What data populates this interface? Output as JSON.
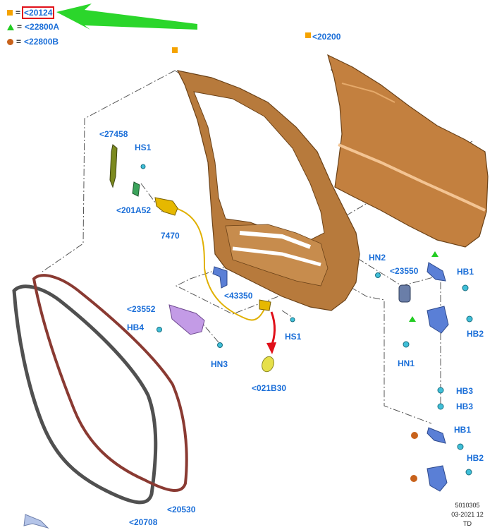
{
  "colors": {
    "callout": "#1a6ed8",
    "square_marker": "#f5a300",
    "triangle_marker": "#22cc22",
    "circle_marker": "#c8621b",
    "highlight_box": "#e0101a",
    "pointer_arrow": "#2bd62b",
    "door_panel": "#b77a3c",
    "seal_outer": "#505050",
    "seal_inner": "#8a3a32"
  },
  "legend": [
    {
      "symbol": "square",
      "symbol_color": "#f5a300",
      "equals": "=",
      "ref": "<20124",
      "highlighted": true
    },
    {
      "symbol": "triangle",
      "symbol_color": "#22cc22",
      "equals": "=",
      "ref": "<22800A",
      "highlighted": false
    },
    {
      "symbol": "circle",
      "symbol_color": "#c8621b",
      "equals": "=",
      "ref": "<22800B",
      "highlighted": false
    }
  ],
  "callouts": {
    "outer_panel": "<20200",
    "channel_bracket": "<27458",
    "hs1_top": "HS1",
    "clip": "<201A52",
    "latch": "7470",
    "cable_bracket": "<43350",
    "handle_bracket": "<23552",
    "hb4": "HB4",
    "hn3": "HN3",
    "hs1_lower": "HS1",
    "grommet": "<021B30",
    "hn2": "HN2",
    "check_arm": "<23550",
    "hb1_upper": "HB1",
    "hb2_upper": "HB2",
    "hn1": "HN1",
    "hb3_a": "HB3",
    "hb3_b": "HB3",
    "hb1_lower": "HB1",
    "hb2_lower": "HB2",
    "seal_outer": "<20708",
    "seal_inner": "<20530"
  },
  "footer": {
    "code": "5010305",
    "date": "03-2021 12",
    "initials": "TD"
  }
}
